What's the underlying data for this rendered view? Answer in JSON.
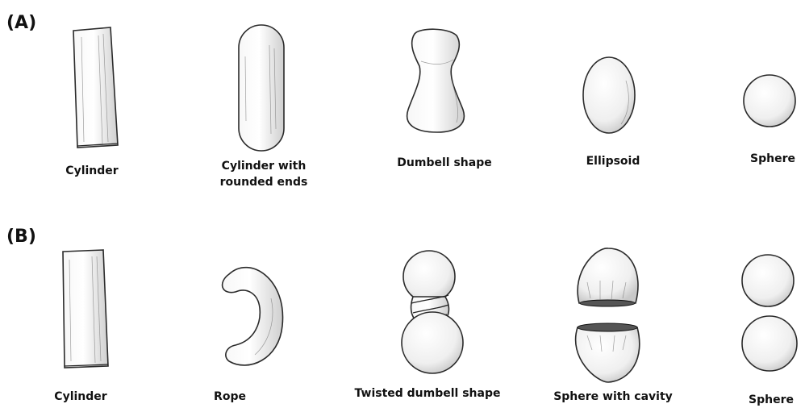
{
  "panels": [
    {
      "label": "(A)",
      "shapes": [
        {
          "label": "Cylinder",
          "icon": "cylinder-icon"
        },
        {
          "label": "Cylinder with\nrounded ends",
          "icon": "rounded-cylinder-icon"
        },
        {
          "label": "Dumbell shape",
          "icon": "dumbbell-icon"
        },
        {
          "label": "Ellipsoid",
          "icon": "ellipsoid-icon"
        },
        {
          "label": "Sphere",
          "icon": "sphere-icon"
        }
      ]
    },
    {
      "label": "(B)",
      "shapes": [
        {
          "label": "Cylinder",
          "icon": "cylinder-icon"
        },
        {
          "label": "Rope",
          "icon": "rope-icon"
        },
        {
          "label": "Twisted dumbell shape",
          "icon": "twisted-dumbbell-icon"
        },
        {
          "label": "Sphere with cavity",
          "icon": "sphere-with-cavity-icon"
        },
        {
          "label": "Sphere",
          "icon": "double-sphere-icon"
        }
      ]
    }
  ],
  "colors": {
    "stroke": "#2a2a2a",
    "shade_light": "#ffffff",
    "shade_dark": "#d4d4d4"
  }
}
